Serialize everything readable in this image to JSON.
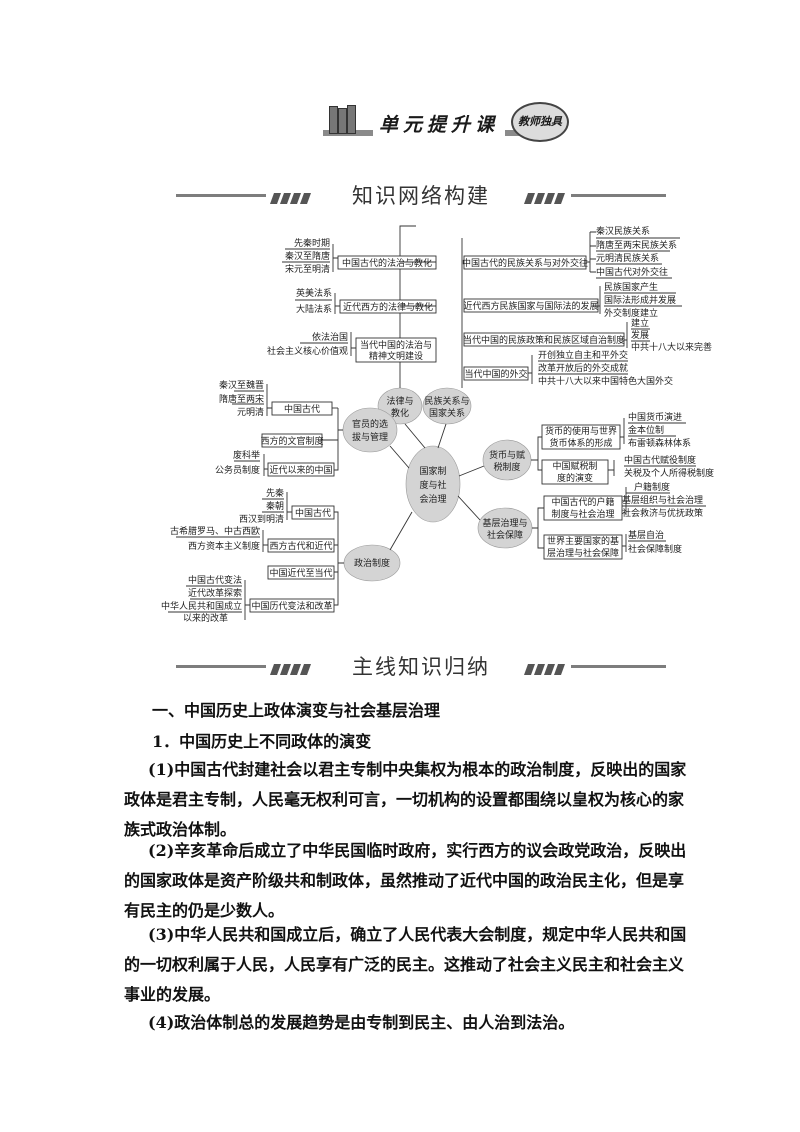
{
  "banner": {
    "title": "单元提升课",
    "seal": "教师独具"
  },
  "sections": {
    "s1": "知识网络构建",
    "s2": "主线知识归纳"
  },
  "mindmap": {
    "center": [
      "国家制",
      "度与社",
      "会治理"
    ],
    "hubs": {
      "law": [
        "法律与",
        "教化"
      ],
      "ethnic": [
        "民族关系与",
        "国家关系"
      ],
      "currency": [
        "货币与赋",
        "税制度"
      ],
      "grassroots": [
        "基层治理与",
        "社会保障"
      ],
      "official": [
        "官员的选",
        "拔与管理"
      ],
      "political": "政治制度"
    },
    "law": {
      "items": [
        "先秦时期",
        "秦汉至隋唐",
        "宋元至明清"
      ],
      "box1": "中国古代的法治与教化",
      "items2": [
        "英美法系",
        "大陆法系"
      ],
      "box2": "近代西方的法律与教化",
      "items3": [
        "依法治国",
        "社会主义核心价值观"
      ],
      "box3": [
        "当代中国的法治与",
        "精神文明建设"
      ]
    },
    "ethnic": {
      "box1": "中国古代的民族关系与对外交往",
      "items1": [
        "秦汉民族关系",
        "隋唐至两宋民族关系",
        "元明清民族关系",
        "中国古代对外交往"
      ],
      "box2": "近代西方民族国家与国际法的发展",
      "items2": [
        "民族国家产生",
        "国际法形成并发展",
        "外交制度建立"
      ],
      "box3": "当代中国的民族政策和民族区域自治制度",
      "items3": [
        "建立",
        "发展",
        "中共十八大以来完善"
      ],
      "box4": "当代中国的外交",
      "items4": [
        "开创独立自主和平外交",
        "改革开放后的外交成就",
        "中共十八大以来中国特色大国外交"
      ]
    },
    "currency": {
      "box1": [
        "货币的使用与世界",
        "货币体系的形成"
      ],
      "items1": [
        "中国货币演进",
        "金本位制",
        "布雷顿森林体系"
      ],
      "box2": [
        "中国赋税制",
        "度的演变"
      ],
      "items2": [
        "中国古代赋役制度",
        "关税及个人所得税制度"
      ]
    },
    "grassroots": {
      "box1": [
        "中国古代的户籍",
        "制度与社会治理"
      ],
      "items1": [
        "户籍制度",
        "基层组织与社会治理",
        "社会救济与优抚政策"
      ],
      "box2": [
        "世界主要国家的基",
        "层治理与社会保障"
      ],
      "items2": [
        "基层自治",
        "社会保障制度"
      ]
    },
    "official": {
      "items1": [
        "秦汉至魏晋",
        "隋唐至两宋",
        "元明清"
      ],
      "box1": "中国古代",
      "box2": "西方的文官制度",
      "items3": [
        "废科举",
        "公务员制度"
      ],
      "box3": "近代以来的中国"
    },
    "political": {
      "items1": [
        "先秦",
        "秦朝",
        "西汉到明清"
      ],
      "box1": "中国古代",
      "items2": [
        "古希腊罗马、中古西欧",
        "西方资本主义制度"
      ],
      "box2": "西方古代和近代",
      "box3": "中国近代至当代",
      "items4": [
        "中国古代变法",
        "近代改革探索",
        "中华人民共和国成立",
        "以来的改革"
      ],
      "box4": "中国历代变法和改革"
    }
  },
  "content": {
    "h1": "一、中国历史上政体演变与社会基层治理",
    "h2": "1．中国历史上不同政体的演变",
    "p1": [
      "(1)中国古代封建社会以君主专制中央集权为根本的政治制度，反映出的国家",
      "政体是君主专制，人民毫无权利可言，一切机构的设置都围绕以皇权为核心的家",
      "族式政治体制。"
    ],
    "p2": [
      "(2)辛亥革命后成立了中华民国临时政府，实行西方的议会政党政治，反映出",
      "的国家政体是资产阶级共和制政体，虽然推动了近代中国的政治民主化，但是享",
      "有民主的仍是少数人。"
    ],
    "p3": [
      "(3)中华人民共和国成立后，确立了人民代表大会制度，规定中华人民共和国",
      "的一切权利属于人民，人民享有广泛的民主。这推动了社会主义民主和社会主义",
      "事业的发展。"
    ],
    "p4": [
      "(4)政治体制总的发展趋势是由专制到民主、由人治到法治。"
    ]
  }
}
